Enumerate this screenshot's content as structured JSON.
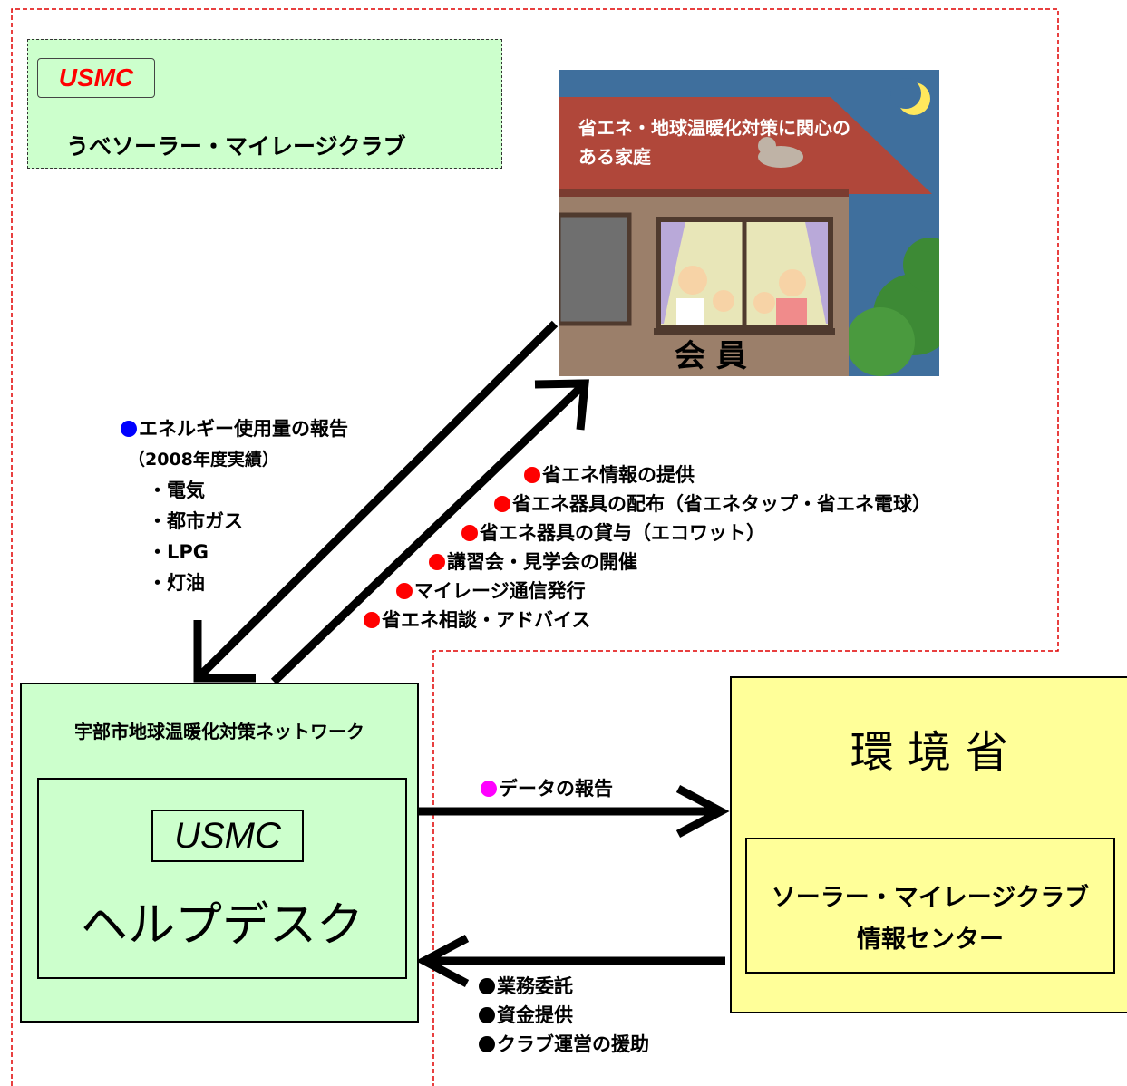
{
  "colors": {
    "red_dash": "#e00000",
    "green_box": "#ccffcc",
    "yellow_box": "#ffff99",
    "logo_red": "#ff0000",
    "dot_blue": "#0000ff",
    "dot_red": "#ff0000",
    "dot_magenta": "#ff00ff",
    "dot_black": "#000000"
  },
  "header": {
    "logo": "USMC",
    "title": "うべソーラー・マイレージクラブ"
  },
  "house": {
    "caption_line1": "省エネ・地球温暖化対策に関心の",
    "caption_line2": "ある家庭",
    "label": "会 員"
  },
  "report": {
    "title": "エネルギー使用量の報告",
    "subtitle": "（2008年度実績）",
    "items": [
      "・電気",
      "・都市ガス",
      "・LPG",
      "・灯油"
    ]
  },
  "services": [
    "省エネ情報の提供",
    "省エネ器具の配布（省エネタップ・省エネ電球）",
    "省エネ器具の貸与（エコワット）",
    "講習会・見学会の開催",
    "マイレージ通信発行",
    "省エネ相談・アドバイス"
  ],
  "network": {
    "name": "宇部市地球温暖化対策ネットワーク",
    "logo": "USMC",
    "helpdesk": "ヘルプデスク"
  },
  "ministry": {
    "name": "環 境 省",
    "center_line1": "ソーラー・マイレージクラブ",
    "center_line2": "情報センター"
  },
  "data_report": "データの報告",
  "support": [
    "業務委託",
    "資金提供",
    "クラブ運営の援助"
  ]
}
